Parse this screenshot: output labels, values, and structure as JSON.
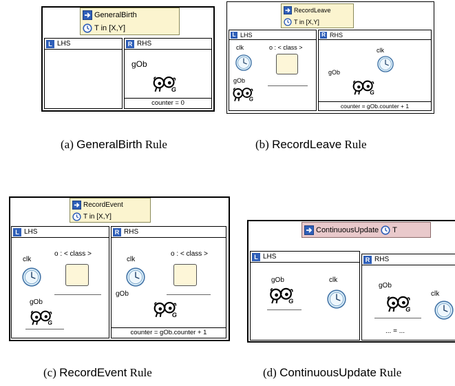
{
  "icons": {
    "arrow": "arrow-right-icon",
    "clock": "clock-icon",
    "goggles": "goggles-icon"
  },
  "colors": {
    "header_yellow": "#fbf4cf",
    "header_pink": "#e9c9cb",
    "badge_blue": "#2f5fb8"
  },
  "a": {
    "rule_name": "GeneralBirth",
    "time": "T in [X,Y]",
    "lhs": "LHS",
    "rhs": "RHS",
    "badge_l": "L",
    "badge_r": "R",
    "rhs_gob": "gOb",
    "rhs_footer": "counter = 0",
    "caption_prefix": "(a) ",
    "caption_name": "GeneralBirth",
    "caption_suffix": " Rule"
  },
  "b": {
    "rule_name": "RecordLeave",
    "time": "T in [X,Y]",
    "lhs": "LHS",
    "rhs": "RHS",
    "badge_l": "L",
    "badge_r": "R",
    "lhs_clk": "clk",
    "lhs_obj": "o : < class >",
    "lhs_gob": "gOb",
    "rhs_clk": "clk",
    "rhs_gob": "gOb",
    "rhs_footer": "counter = gOb.counter + 1",
    "caption_prefix": "(b) ",
    "caption_name": "RecordLeave",
    "caption_suffix": " Rule"
  },
  "c": {
    "rule_name": "RecordEvent",
    "time": "T in [X,Y]",
    "lhs": "LHS",
    "rhs": "RHS",
    "badge_l": "L",
    "badge_r": "R",
    "lhs_clk": "clk",
    "lhs_obj": "o : < class >",
    "lhs_gob": "gOb",
    "rhs_clk": "clk",
    "rhs_obj": "o : < class >",
    "rhs_gob": "gOb",
    "rhs_footer": "counter = gOb.counter + 1",
    "caption_prefix": "(c) ",
    "caption_name": "RecordEvent",
    "caption_suffix": " Rule"
  },
  "d": {
    "rule_name": "ContinuousUpdate",
    "time": "T",
    "lhs": "LHS",
    "rhs": "RHS",
    "badge_l": "L",
    "badge_r": "R",
    "lhs_gob": "gOb",
    "lhs_clk": "clk",
    "rhs_gob": "gOb",
    "rhs_clk": "clk",
    "rhs_footer": "... = ...",
    "caption_prefix": "(d) ",
    "caption_name": "ContinuousUpdate",
    "caption_suffix": " Rule"
  }
}
